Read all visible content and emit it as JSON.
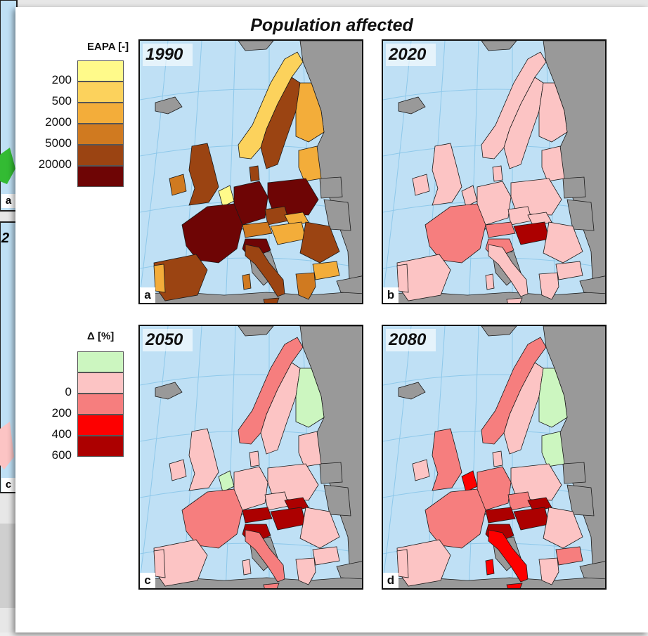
{
  "title": "Population affected",
  "eapa_legend": {
    "title": "EAPA [-]",
    "classes": [
      {
        "label": "200",
        "color": "#fffa8a"
      },
      {
        "label": "500",
        "color": "#fcd25c"
      },
      {
        "label": "2000",
        "color": "#f3ad3a"
      },
      {
        "label": "5000",
        "color": "#d07a20"
      },
      {
        "label": "20000",
        "color": "#9b4412"
      },
      {
        "label": "",
        "color": "#6e0505"
      }
    ]
  },
  "delta_legend": {
    "title": "Δ [%]",
    "classes": [
      {
        "label": "",
        "color": "#ccf6c0"
      },
      {
        "label": "0",
        "color": "#fcc4c4"
      },
      {
        "label": "200",
        "color": "#f67e7e"
      },
      {
        "label": "400",
        "color": "#fd0000"
      },
      {
        "label": "600",
        "color": "#ac0000"
      }
    ]
  },
  "colors": {
    "sea": "#bfe0f5",
    "non_data_land": "#999999",
    "grid": "#8ec8ea",
    "border": "#1a1a1a"
  },
  "panels": [
    {
      "year": "1990",
      "letter": "a",
      "scheme": "eapa",
      "fills": {
        "iberia": "#9b4412",
        "portugal": "#f3ad3a",
        "france": "#6e0505",
        "uk": "#9b4412",
        "ireland": "#d07a20",
        "benelux": "#fffa8a",
        "germany": "#6e0505",
        "poland": "#6e0505",
        "czech": "#9b4412",
        "austria": "#d07a20",
        "hungary": "#f3ad3a",
        "slovakia": "#f3ad3a",
        "italy": "#9b4412",
        "sardinia": "#d07a20",
        "sicily": "#9b4412",
        "norway": "#fcd25c",
        "sweden": "#9b4412",
        "finland": "#f3ad3a",
        "denmark": "#9b4412",
        "baltics": "#f3ad3a",
        "romania": "#9b4412",
        "bulgaria": "#f3ad3a",
        "greece": "#d07a20",
        "croatia": "#6e0505",
        "balkans": "#999999"
      }
    },
    {
      "year": "2020",
      "letter": "b",
      "scheme": "delta",
      "fills": {
        "iberia": "#fcc4c4",
        "portugal": "#fcc4c4",
        "france": "#f67e7e",
        "uk": "#fcc4c4",
        "ireland": "#fcc4c4",
        "benelux": "#fcc4c4",
        "germany": "#fcc4c4",
        "poland": "#fcc4c4",
        "czech": "#fcc4c4",
        "austria": "#f67e7e",
        "hungary": "#ac0000",
        "slovakia": "#fcc4c4",
        "italy": "#fcc4c4",
        "sardinia": "#fcc4c4",
        "sicily": "#fcc4c4",
        "norway": "#fcc4c4",
        "sweden": "#fcc4c4",
        "finland": "#fcc4c4",
        "denmark": "#fcc4c4",
        "baltics": "#fcc4c4",
        "romania": "#fcc4c4",
        "bulgaria": "#fcc4c4",
        "greece": "#fcc4c4",
        "croatia": "#f67e7e",
        "balkans": "#999999"
      }
    },
    {
      "year": "2050",
      "letter": "c",
      "scheme": "delta",
      "fills": {
        "iberia": "#fcc4c4",
        "portugal": "#fcc4c4",
        "france": "#f67e7e",
        "uk": "#fcc4c4",
        "ireland": "#fcc4c4",
        "benelux": "#ccf6c0",
        "germany": "#fcc4c4",
        "poland": "#fcc4c4",
        "czech": "#fcc4c4",
        "austria": "#ac0000",
        "hungary": "#ac0000",
        "slovakia": "#ac0000",
        "italy": "#f67e7e",
        "sardinia": "#fcc4c4",
        "sicily": "#f67e7e",
        "norway": "#f67e7e",
        "sweden": "#fcc4c4",
        "finland": "#ccf6c0",
        "denmark": "#fcc4c4",
        "baltics": "#fcc4c4",
        "romania": "#fcc4c4",
        "bulgaria": "#fcc4c4",
        "greece": "#fcc4c4",
        "croatia": "#ac0000",
        "balkans": "#999999"
      }
    },
    {
      "year": "2080",
      "letter": "d",
      "scheme": "delta",
      "fills": {
        "iberia": "#fcc4c4",
        "portugal": "#fcc4c4",
        "france": "#f67e7e",
        "uk": "#f67e7e",
        "ireland": "#fcc4c4",
        "benelux": "#fd0000",
        "germany": "#f67e7e",
        "poland": "#fcc4c4",
        "czech": "#f67e7e",
        "austria": "#ac0000",
        "hungary": "#ac0000",
        "slovakia": "#ac0000",
        "italy": "#fd0000",
        "sardinia": "#fd0000",
        "sicily": "#fd0000",
        "norway": "#f67e7e",
        "sweden": "#fcc4c4",
        "finland": "#ccf6c0",
        "denmark": "#fcc4c4",
        "baltics": "#ccf6c0",
        "romania": "#fcc4c4",
        "bulgaria": "#f67e7e",
        "greece": "#fcc4c4",
        "croatia": "#ac0000",
        "balkans": "#999999"
      }
    }
  ],
  "background_window": {
    "letters": [
      "a",
      "c"
    ],
    "year_fragment": "2"
  }
}
